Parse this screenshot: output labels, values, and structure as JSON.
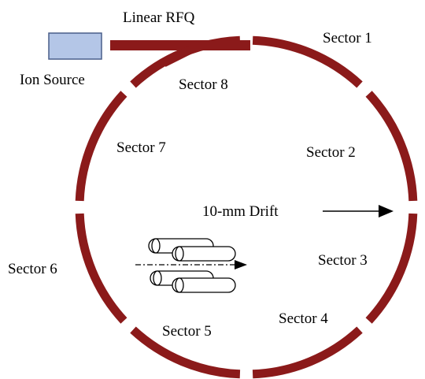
{
  "labels": {
    "linear_rfq": "Linear RFQ",
    "ion_source": "Ion Source",
    "sector_1": "Sector 1",
    "sector_2": "Sector 2",
    "sector_3": "Sector 3",
    "sector_4": "Sector 4",
    "sector_5": "Sector 5",
    "sector_6": "Sector 6",
    "sector_7": "Sector 7",
    "sector_8": "Sector 8",
    "drift": "10-mm Drift"
  },
  "colors": {
    "ring": "#8b1a1a",
    "ion_source_fill": "#b4c6e7",
    "ion_source_stroke": "#4a5f8a",
    "text": "#000000"
  },
  "icons": {
    "quadrupole": "quadrupole-rods-icon",
    "drift_arrow": "arrow-right-icon"
  }
}
